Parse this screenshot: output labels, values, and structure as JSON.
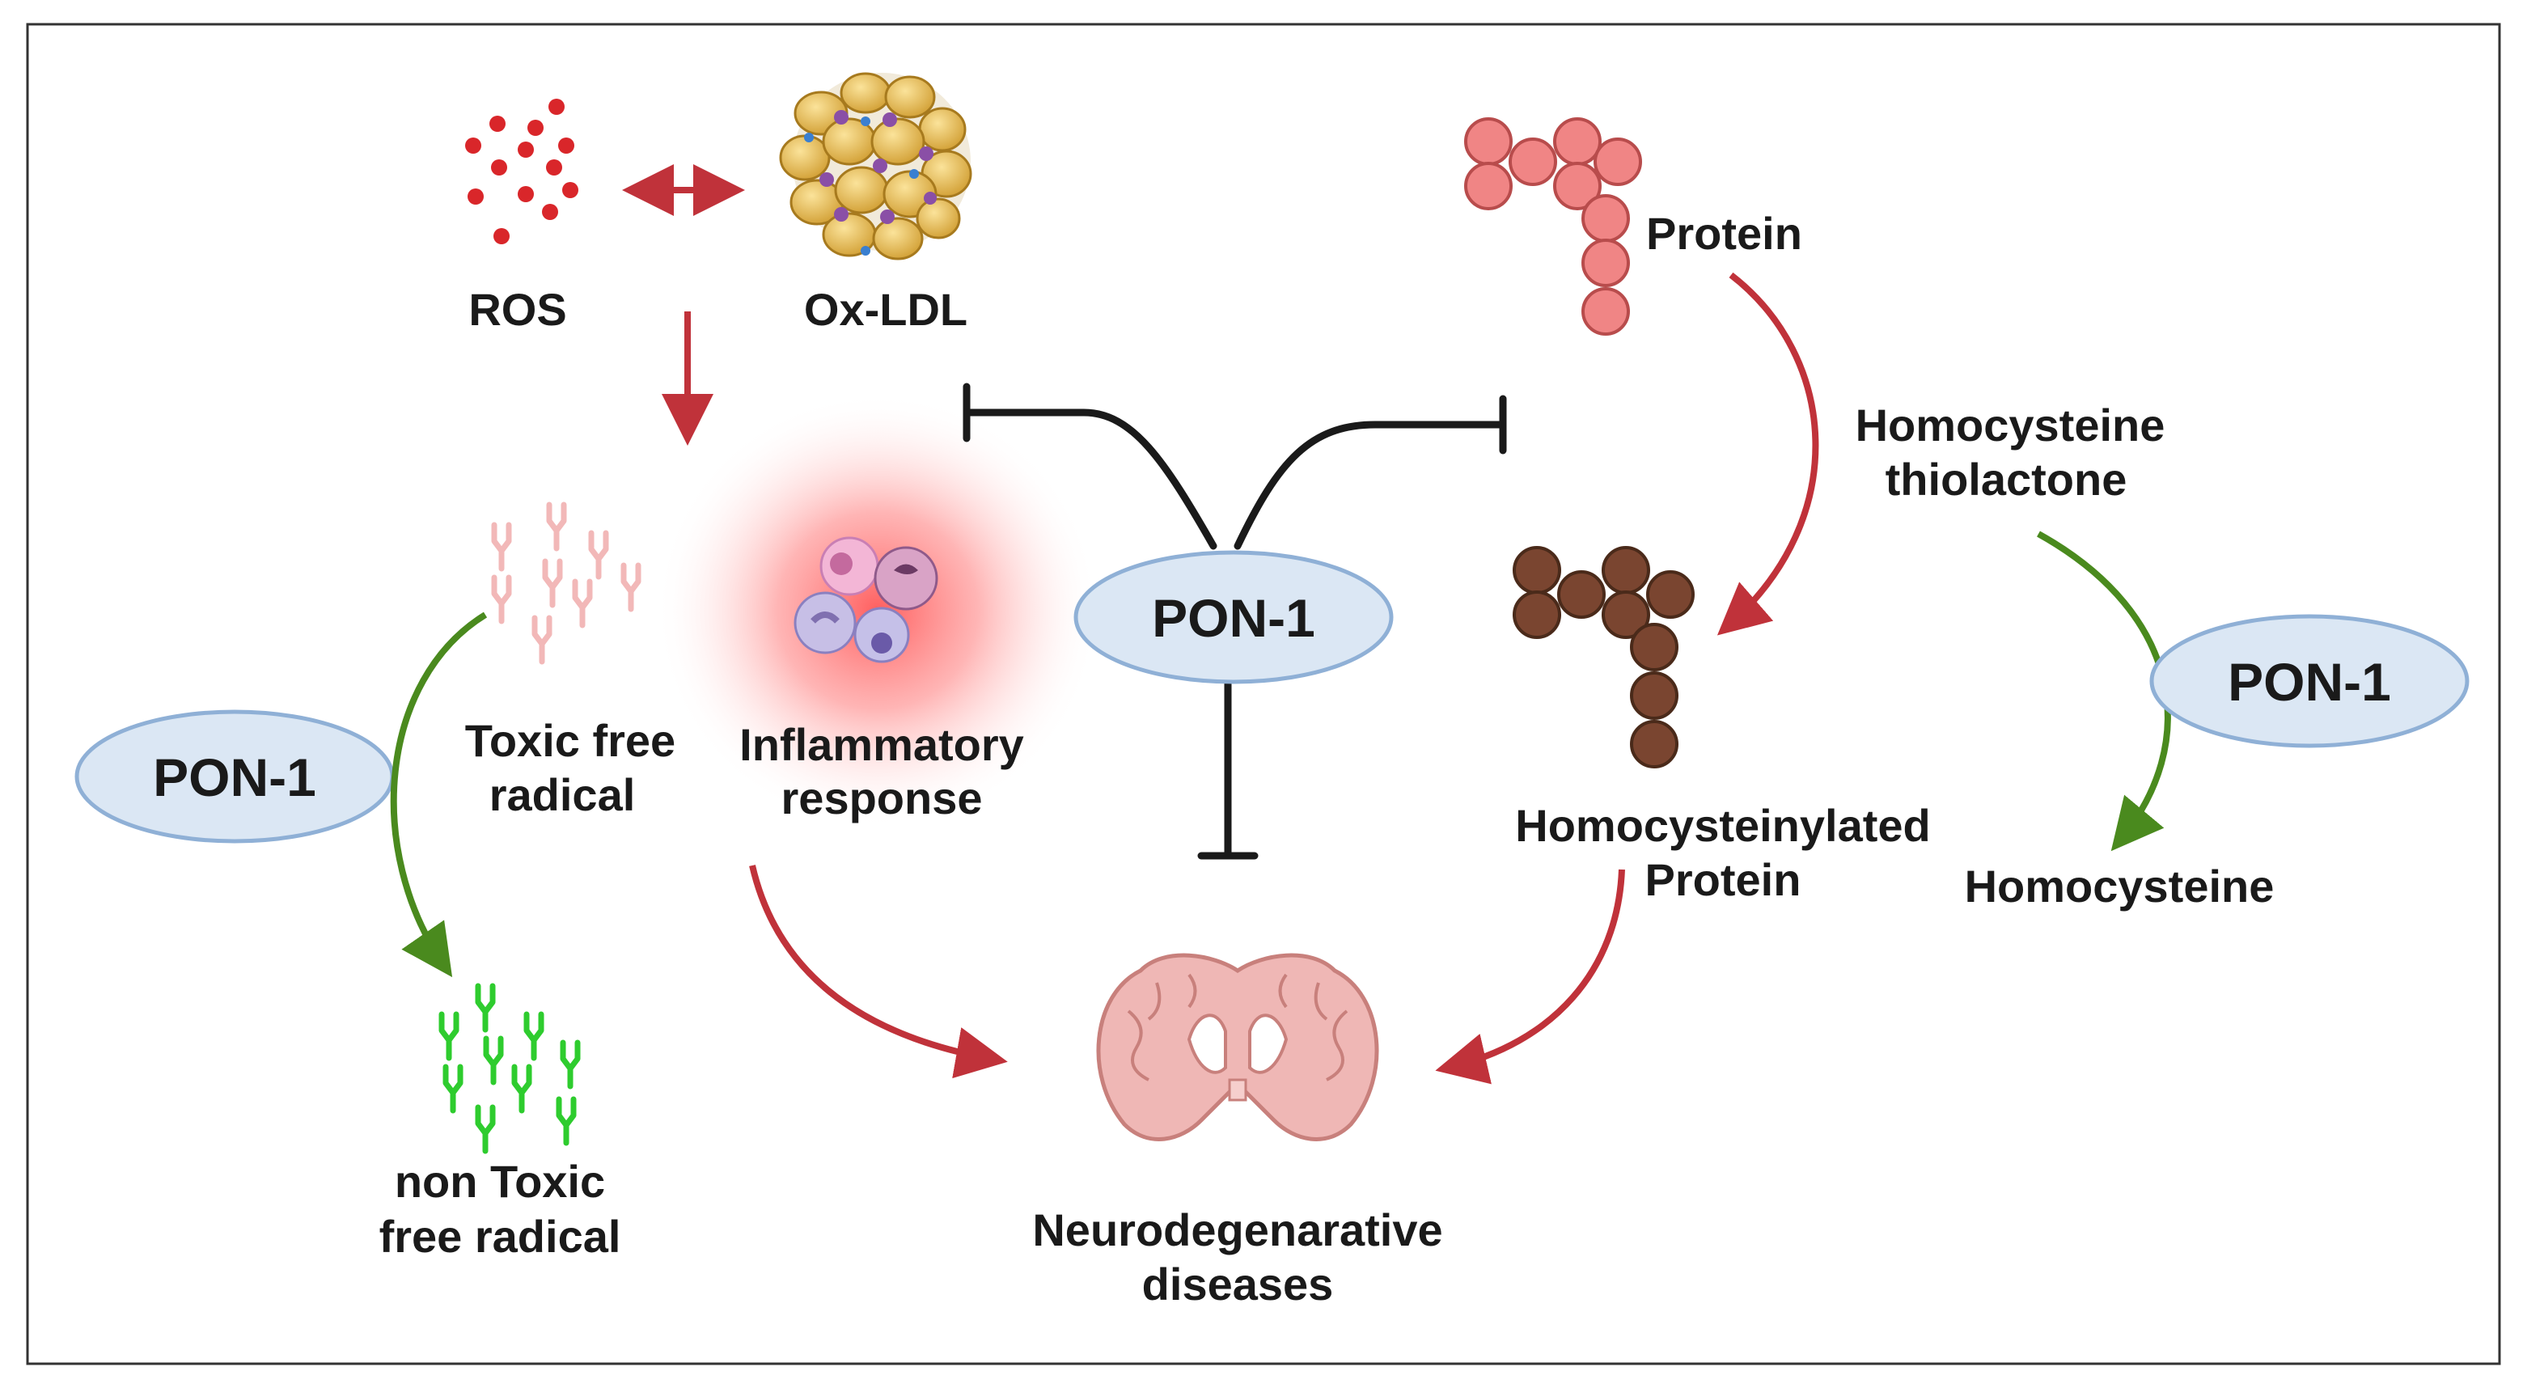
{
  "labels": {
    "ros": "ROS",
    "ox_ldl": "Ox-LDL",
    "protein": "Protein",
    "homocysteine_thiolactone_line1": "Homocysteine",
    "homocysteine_thiolactone_line2": "thiolactone",
    "pon1_center": "PON-1",
    "pon1_left": "PON-1",
    "pon1_right": "PON-1",
    "toxic_line1": "Toxic free",
    "toxic_line2": "radical",
    "inflammatory_line1": "Inflammatory",
    "inflammatory_line2": "response",
    "homocysteinylated_line1": "Homocysteinylated",
    "homocysteinylated_line2": "Protein",
    "homocysteine": "Homocysteine",
    "nontoxic_line1": "non Toxic",
    "nontoxic_line2": "free radical",
    "neuro_line1": "Neurodegenarative",
    "neuro_line2": "diseases"
  },
  "colors": {
    "activation_arrow": "#c0323a",
    "pon1_conversion_arrow": "#4a8a1e",
    "inhibition_line": "#1a1a1a",
    "pon1_ellipse_fill": "#dbe7f4",
    "pon1_ellipse_stroke": "#8fb0d6",
    "protein_bead": "#f08585",
    "homocysteinylated_bead": "#7a4530",
    "ros_dot": "#d9262a",
    "toxic_radical": "#f2b8b8",
    "nontoxic_radical": "#2ecc2e",
    "brain_fill": "#efb7b5"
  }
}
